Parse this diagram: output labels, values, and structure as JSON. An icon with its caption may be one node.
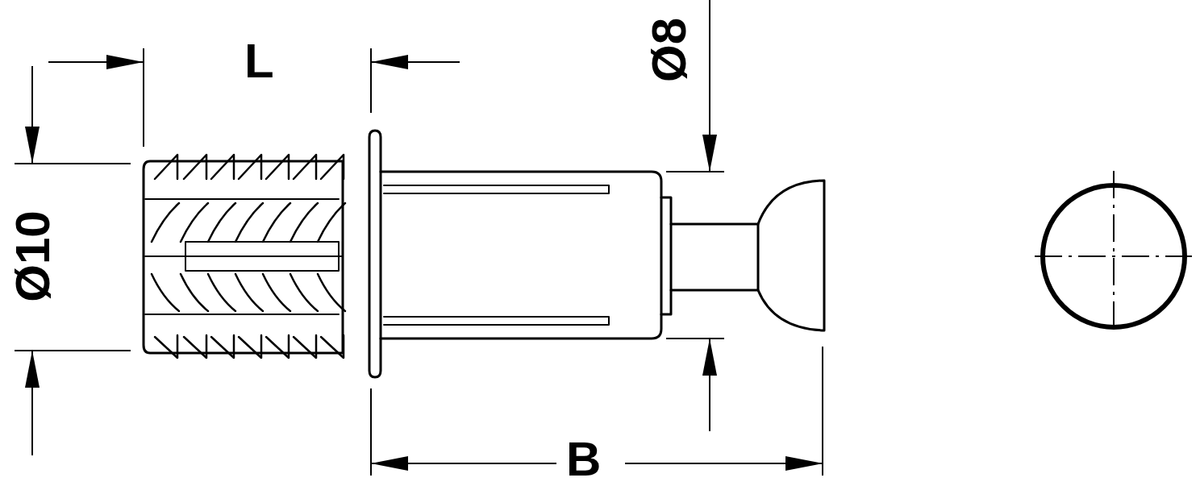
{
  "diagram": {
    "labels": [
      "L",
      "Ø8",
      "Ø10",
      "B"
    ]
  }
}
